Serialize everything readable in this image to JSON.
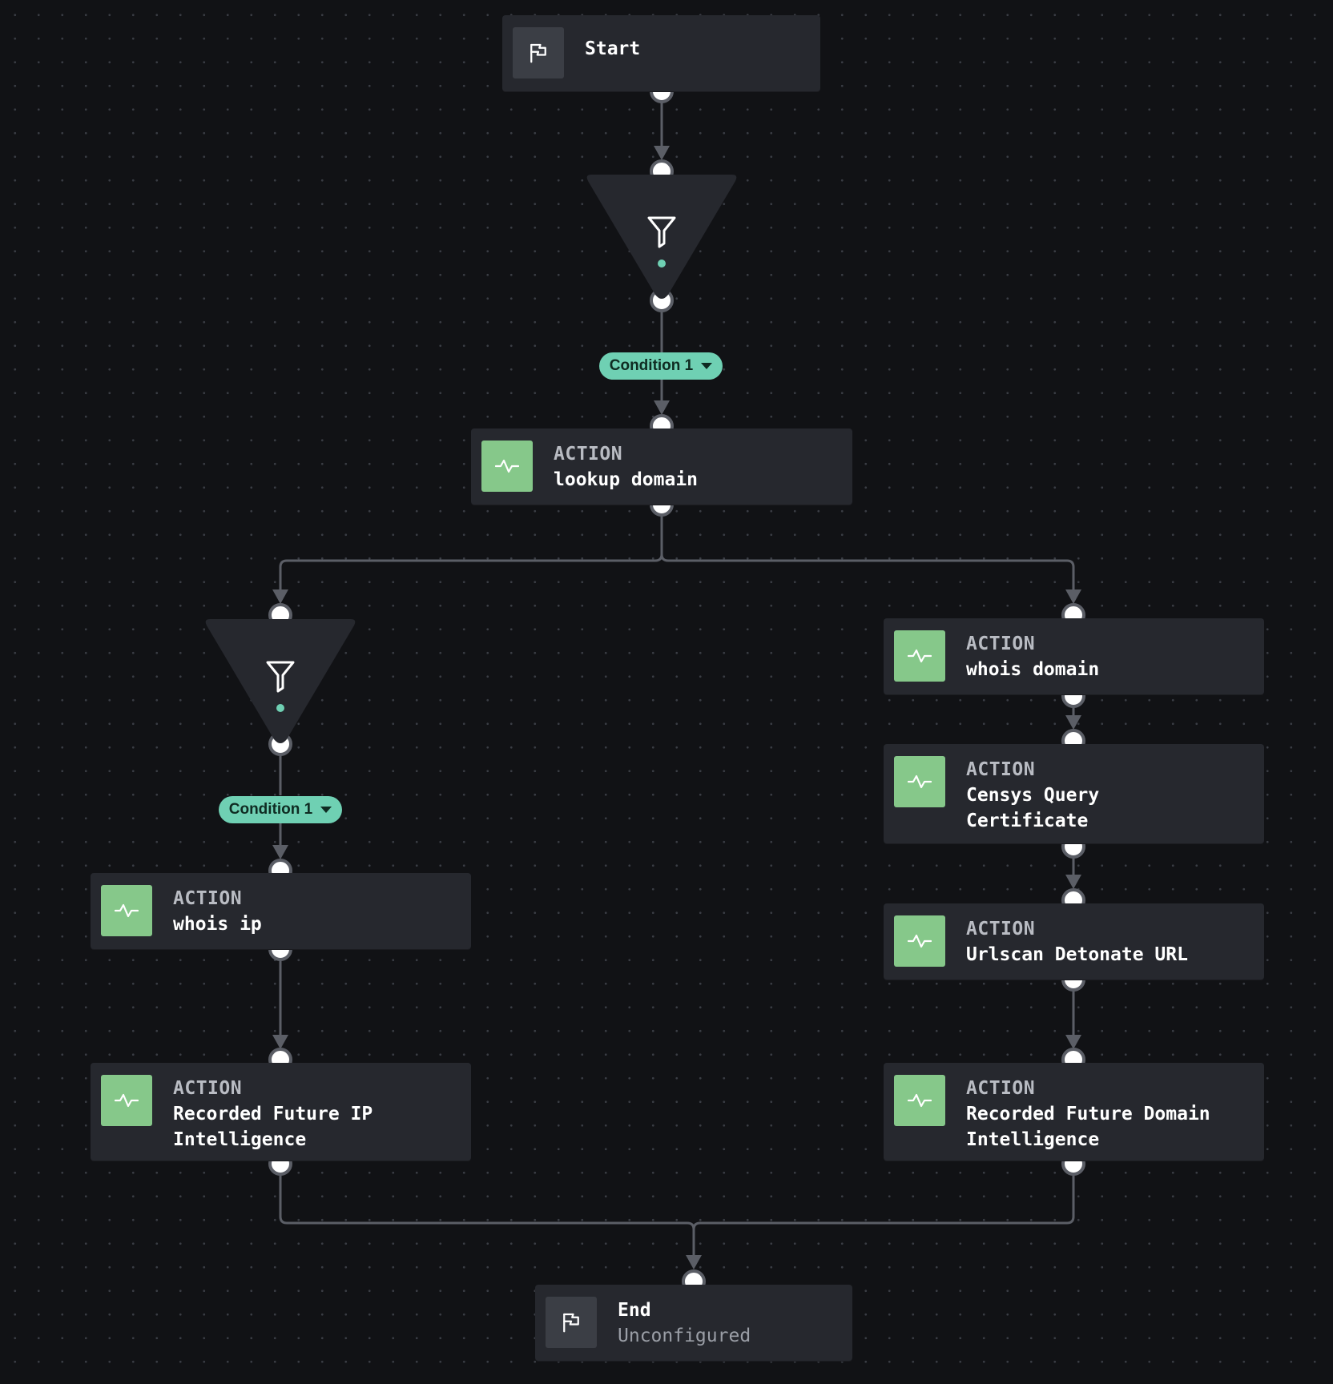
{
  "diagram": {
    "start": {
      "label": "Start",
      "icon": "flag-icon"
    },
    "filter_top": {
      "icon": "funnel-icon",
      "status_color": "#6fd0b3"
    },
    "condition_top": {
      "label": "Condition 1"
    },
    "lookup_domain": {
      "kind": "ACTION",
      "title": "lookup domain",
      "icon": "pulse-icon"
    },
    "filter_left": {
      "icon": "funnel-icon",
      "status_color": "#6fd0b3"
    },
    "condition_left": {
      "label": "Condition 1"
    },
    "whois_ip": {
      "kind": "ACTION",
      "title": "whois ip",
      "icon": "pulse-icon"
    },
    "rf_ip": {
      "kind": "ACTION",
      "title": "Recorded Future IP\nIntelligence",
      "icon": "pulse-icon"
    },
    "whois_domain": {
      "kind": "ACTION",
      "title": "whois domain",
      "icon": "pulse-icon"
    },
    "censys": {
      "kind": "ACTION",
      "title": "Censys Query\nCertificate",
      "icon": "pulse-icon"
    },
    "urlscan": {
      "kind": "ACTION",
      "title": "Urlscan Detonate URL",
      "icon": "pulse-icon"
    },
    "rf_domain": {
      "kind": "ACTION",
      "title": "Recorded Future Domain\nIntelligence",
      "icon": "pulse-icon"
    },
    "end": {
      "title": "End",
      "status": "Unconfigured",
      "icon": "flag-icon"
    }
  },
  "colors": {
    "background": "#111215",
    "node": "#26282e",
    "action_icon": "#86c88a",
    "condition": "#6fd0b3",
    "connector": "#5b5e66"
  }
}
